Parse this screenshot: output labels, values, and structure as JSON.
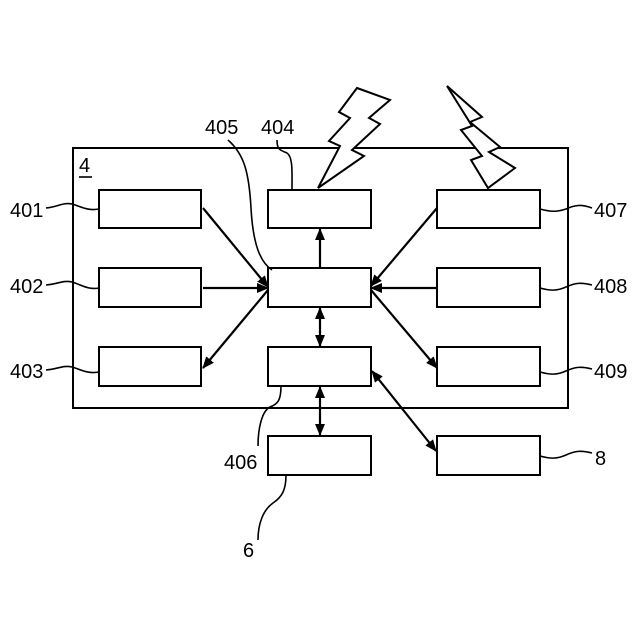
{
  "system": {
    "label": "4"
  },
  "blocks": {
    "b401": "401",
    "b402": "402",
    "b403": "403",
    "b404": "404",
    "b405": "405",
    "b406": "406",
    "b407": "407",
    "b408": "408",
    "b409": "409"
  },
  "external": {
    "b6": "6",
    "b8": "8"
  }
}
